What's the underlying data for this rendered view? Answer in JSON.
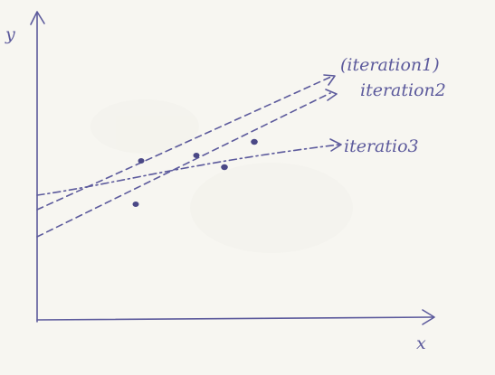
{
  "axes": {
    "y_label": "y",
    "x_label": "x"
  },
  "lines": [
    {
      "label": "(iteration1)"
    },
    {
      "label": "iteration2"
    },
    {
      "label": "iteratio3"
    }
  ],
  "colors": {
    "ink": "#5c5a9c",
    "paper": "#f7f6f1"
  }
}
